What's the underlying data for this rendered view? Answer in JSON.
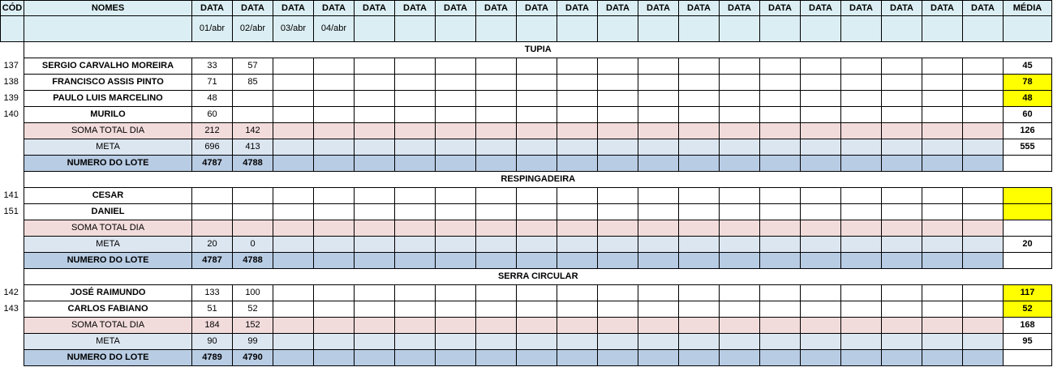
{
  "header": {
    "cod": "CÓD",
    "nomes": "NOMES",
    "data": "DATA",
    "media": "MÉDIA",
    "dates": [
      "01/abr",
      "02/abr",
      "03/abr",
      "04/abr"
    ]
  },
  "sections": [
    {
      "title": "TUPIA",
      "workers": [
        {
          "cod": "137",
          "name": "SERGIO CARVALHO MOREIRA",
          "values": [
            "33",
            "57"
          ],
          "media": "45",
          "highlight": false
        },
        {
          "cod": "138",
          "name": "FRANCISCO ASSIS PINTO",
          "values": [
            "71",
            "85"
          ],
          "media": "78",
          "highlight": true
        },
        {
          "cod": "139",
          "name": "PAULO LUIS MARCELINO",
          "values": [
            "48",
            ""
          ],
          "media": "48",
          "highlight": true
        },
        {
          "cod": "140",
          "name": "MURILO",
          "values": [
            "60",
            ""
          ],
          "media": "60",
          "highlight": false
        }
      ],
      "soma": {
        "label": "SOMA TOTAL DIA",
        "values": [
          "212",
          "142"
        ],
        "media": "126"
      },
      "meta": {
        "label": "META",
        "values": [
          "696",
          "413"
        ],
        "media": "555"
      },
      "lote": {
        "label": "NUMERO DO LOTE",
        "values": [
          "4787",
          "4788"
        ]
      }
    },
    {
      "title": "RESPINGADEIRA",
      "workers": [
        {
          "cod": "141",
          "name": "CESAR",
          "values": [
            "",
            ""
          ],
          "media": "",
          "highlight": true
        },
        {
          "cod": "151",
          "name": "DANIEL",
          "values": [
            "",
            ""
          ],
          "media": "",
          "highlight": true
        }
      ],
      "soma": {
        "label": "SOMA TOTAL DIA",
        "values": [
          "",
          ""
        ],
        "media": ""
      },
      "meta": {
        "label": "META",
        "values": [
          "20",
          "0"
        ],
        "media": "20"
      },
      "lote": {
        "label": "NUMERO DO LOTE",
        "values": [
          "4787",
          "4788"
        ]
      }
    },
    {
      "title": "SERRA CIRCULAR",
      "workers": [
        {
          "cod": "142",
          "name": "JOSÉ RAIMUNDO",
          "values": [
            "133",
            "100"
          ],
          "media": "117",
          "highlight": true
        },
        {
          "cod": "143",
          "name": "CARLOS FABIANO",
          "values": [
            "51",
            "52"
          ],
          "media": "52",
          "highlight": true
        }
      ],
      "soma": {
        "label": "SOMA TOTAL DIA",
        "values": [
          "184",
          "152"
        ],
        "media": "168"
      },
      "meta": {
        "label": "META",
        "values": [
          "90",
          "99"
        ],
        "media": "95"
      },
      "lote": {
        "label": "NUMERO DO LOTE",
        "values": [
          "4789",
          "4790"
        ]
      }
    }
  ],
  "colors": {
    "header_bg": "#dbeef3",
    "soma_bg": "#f2dcdb",
    "meta_bg": "#dce6f1",
    "lote_bg": "#b8cce4",
    "highlight": "#ffff00"
  }
}
